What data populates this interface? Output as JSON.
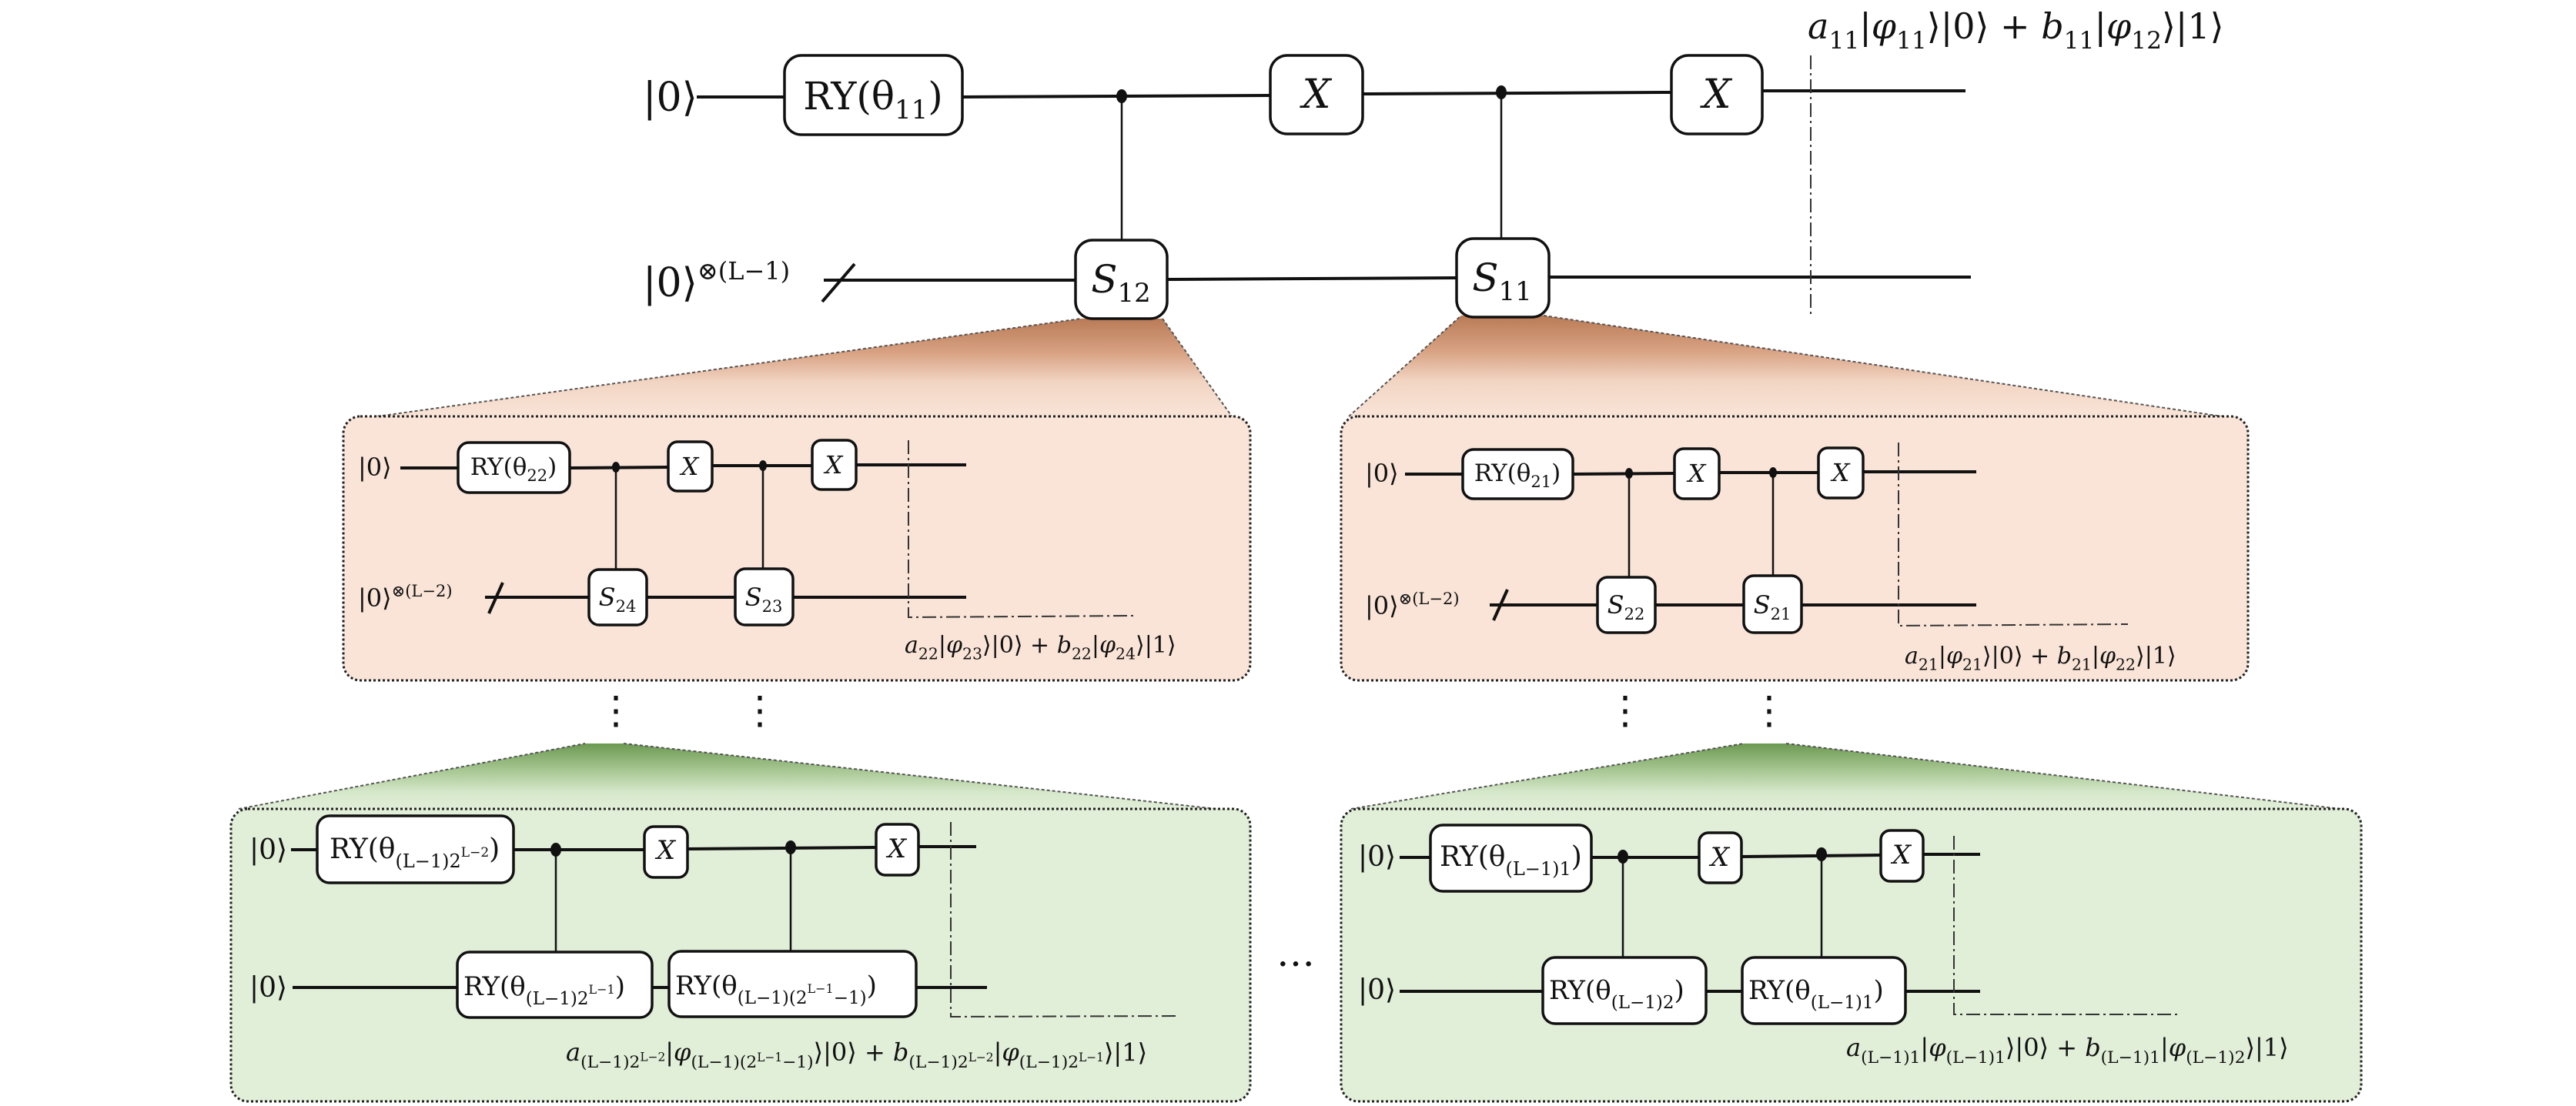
{
  "diagram": {
    "type": "hierarchical quantum circuit decomposition",
    "colors": {
      "peach_panel": "#f9e4d7",
      "peach_funnel_top": "#b97b56",
      "green_panel": "#e1eed8",
      "green_funnel_top": "#6c9952",
      "wire": "#111111",
      "gate_fill": "#ffffff"
    },
    "top_circuit": {
      "inputs": [
        {
          "label": "|0⟩"
        },
        {
          "label": "|0⟩",
          "superscript": "⊗(L−1)"
        }
      ],
      "gates": [
        {
          "kind": "RY",
          "text": "RY(θ",
          "sub": "11",
          "close": ")"
        },
        {
          "kind": "controlled",
          "text": "S",
          "sub": "12"
        },
        {
          "kind": "X",
          "text": "X"
        },
        {
          "kind": "controlled",
          "text": "S",
          "sub": "11"
        },
        {
          "kind": "X",
          "text": "X"
        }
      ],
      "output_state": {
        "parts": [
          {
            "t": "a",
            "i": true
          },
          {
            "t": "11",
            "sub": true
          },
          {
            "t": "|"
          },
          {
            "t": "φ",
            "i": true
          },
          {
            "t": "11",
            "sub": true
          },
          {
            "t": "⟩|0⟩ + "
          },
          {
            "t": "b",
            "i": true
          },
          {
            "t": "11",
            "sub": true
          },
          {
            "t": "|"
          },
          {
            "t": "φ",
            "i": true
          },
          {
            "t": "12",
            "sub": true
          },
          {
            "t": "⟩|1⟩"
          }
        ]
      }
    },
    "level2_left": {
      "expands": "S12",
      "inputs": [
        {
          "label": "|0⟩"
        },
        {
          "label": "|0⟩",
          "superscript": "⊗(L−2)"
        }
      ],
      "gates": [
        {
          "text": "RY(θ",
          "sub": "22",
          "close": ")"
        },
        {
          "text": "X"
        },
        {
          "text": "X"
        },
        {
          "text": "S",
          "sub": "24"
        },
        {
          "text": "S",
          "sub": "23"
        }
      ],
      "output_state": {
        "parts": [
          {
            "t": "a",
            "i": true
          },
          {
            "t": "22",
            "sub": true
          },
          {
            "t": "|"
          },
          {
            "t": "φ",
            "i": true
          },
          {
            "t": "23",
            "sub": true
          },
          {
            "t": "⟩|0⟩ + "
          },
          {
            "t": "b",
            "i": true
          },
          {
            "t": "22",
            "sub": true
          },
          {
            "t": "|"
          },
          {
            "t": "φ",
            "i": true
          },
          {
            "t": "24",
            "sub": true
          },
          {
            "t": "⟩|1⟩"
          }
        ]
      }
    },
    "level2_right": {
      "expands": "S11",
      "inputs": [
        {
          "label": "|0⟩"
        },
        {
          "label": "|0⟩",
          "superscript": "⊗(L−2)"
        }
      ],
      "gates": [
        {
          "text": "RY(θ",
          "sub": "21",
          "close": ")"
        },
        {
          "text": "X"
        },
        {
          "text": "X"
        },
        {
          "text": "S",
          "sub": "22"
        },
        {
          "text": "S",
          "sub": "21"
        }
      ],
      "output_state": {
        "parts": [
          {
            "t": "a",
            "i": true
          },
          {
            "t": "21",
            "sub": true
          },
          {
            "t": "|"
          },
          {
            "t": "φ",
            "i": true
          },
          {
            "t": "21",
            "sub": true
          },
          {
            "t": "⟩|0⟩ + "
          },
          {
            "t": "b",
            "i": true
          },
          {
            "t": "21",
            "sub": true
          },
          {
            "t": "|"
          },
          {
            "t": "φ",
            "i": true
          },
          {
            "t": "22",
            "sub": true
          },
          {
            "t": "⟩|1⟩"
          }
        ]
      }
    },
    "level_last_left": {
      "inputs": [
        {
          "label": "|0⟩"
        },
        {
          "label": "|0⟩"
        }
      ],
      "gates": [
        {
          "text": "RY(θ",
          "sub": "(L−1)2",
          "sup": "L−2",
          "close": ")"
        },
        {
          "text": "X"
        },
        {
          "text": "X"
        },
        {
          "text": "RY(θ",
          "sub": "(L−1)2",
          "sup": "L−1",
          "close": ")"
        },
        {
          "text": "RY(θ",
          "sub": "(L−1)(2",
          "sup": "L−1",
          "sub2": "−1)",
          "close": ")"
        }
      ],
      "output_state_text": "a_{(L−1)2^{L−2}}|φ_{(L−1)(2^{L−1}−1)}⟩|0⟩ + b_{(L−1)2^{L−2}}|φ_{(L−1)2^{L−1}}⟩|1⟩",
      "output_state": {
        "parts": [
          {
            "t": "a",
            "i": true
          },
          {
            "t": "(L−1)2",
            "sub": true
          },
          {
            "t": "L−2",
            "subsup": true
          },
          {
            "t": "|"
          },
          {
            "t": "φ",
            "i": true
          },
          {
            "t": "(L−1)(2",
            "sub": true
          },
          {
            "t": "L−1",
            "subsup": true
          },
          {
            "t": "−1)",
            "sub": true
          },
          {
            "t": "⟩|0⟩ + "
          },
          {
            "t": "b",
            "i": true
          },
          {
            "t": "(L−1)2",
            "sub": true
          },
          {
            "t": "L−2",
            "subsup": true
          },
          {
            "t": "|"
          },
          {
            "t": "φ",
            "i": true
          },
          {
            "t": "(L−1)2",
            "sub": true
          },
          {
            "t": "L−1",
            "subsup": true
          },
          {
            "t": "⟩|1⟩"
          }
        ]
      }
    },
    "level_last_right": {
      "inputs": [
        {
          "label": "|0⟩"
        },
        {
          "label": "|0⟩"
        }
      ],
      "gates": [
        {
          "text": "RY(θ",
          "sub": "(L−1)1",
          "close": ")"
        },
        {
          "text": "X"
        },
        {
          "text": "X"
        },
        {
          "text": "RY(θ",
          "sub": "(L−1)2",
          "close": ")"
        },
        {
          "text": "RY(θ",
          "sub": "(L−1)1",
          "close": ")"
        }
      ],
      "output_state": {
        "parts": [
          {
            "t": "a",
            "i": true
          },
          {
            "t": "(L−1)1",
            "sub": true
          },
          {
            "t": "|"
          },
          {
            "t": "φ",
            "i": true
          },
          {
            "t": "(L−1)1",
            "sub": true
          },
          {
            "t": "⟩|0⟩ + "
          },
          {
            "t": "b",
            "i": true
          },
          {
            "t": "(L−1)1",
            "sub": true
          },
          {
            "t": "|"
          },
          {
            "t": "φ",
            "i": true
          },
          {
            "t": "(L−1)2",
            "sub": true
          },
          {
            "t": "⟩|1⟩"
          }
        ]
      }
    },
    "ellipsis_vertical": "⋮",
    "ellipsis_horizontal": "…"
  }
}
